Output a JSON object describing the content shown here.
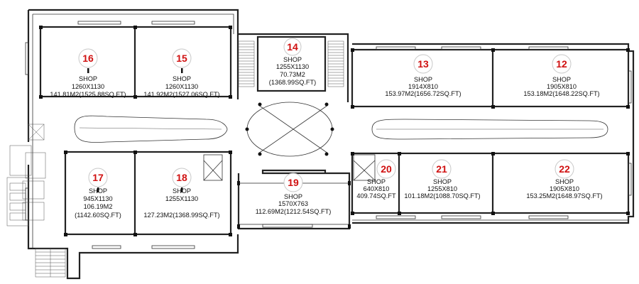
{
  "shops": [
    {
      "id": "shop-16",
      "number": "16",
      "type": "SHOP",
      "dims": "1260X1130",
      "area": "141.81M2(1525.88SQ.FT)",
      "area2": ""
    },
    {
      "id": "shop-15",
      "number": "15",
      "type": "SHOP",
      "dims": "1260X1130",
      "area": "141.92M2(1527.06SQ.FT)",
      "area2": ""
    },
    {
      "id": "shop-14",
      "number": "14",
      "type": "SHOP",
      "dims": "1255X1130",
      "area": "70.73M2",
      "area2": "(1368.99SQ.FT)"
    },
    {
      "id": "shop-13",
      "number": "13",
      "type": "SHOP",
      "dims": "1914X810",
      "area": "153.97M2(1656.72SQ.FT)",
      "area2": ""
    },
    {
      "id": "shop-12",
      "number": "12",
      "type": "SHOP",
      "dims": "1905X810",
      "area": "153.18M2(1648.22SQ.FT)",
      "area2": ""
    },
    {
      "id": "shop-17",
      "number": "17",
      "type": "SHOP",
      "dims": "945X1130",
      "area": "106.19M2",
      "area2": "(1142.60SQ.FT)"
    },
    {
      "id": "shop-18",
      "number": "18",
      "type": "SHOP",
      "dims": "1255X1130",
      "area": "127.23M2(1368.99SQ.FT)",
      "area2": ""
    },
    {
      "id": "shop-19",
      "number": "19",
      "type": "SHOP",
      "dims": "1570X763",
      "area": "112.69M2(1212.54SQ.FT)",
      "area2": ""
    },
    {
      "id": "shop-20",
      "number": "20",
      "type": "SHOP",
      "dims": "640X810",
      "area": "409.74SQ.FT",
      "area2": ""
    },
    {
      "id": "shop-21",
      "number": "21",
      "type": "SHOP",
      "dims": "1255X810",
      "area": "101.18M2(1088.70SQ.FT)",
      "area2": ""
    },
    {
      "id": "shop-22",
      "number": "22",
      "type": "SHOP",
      "dims": "1905X810",
      "area": "153.25M2(1648.97SQ.FT)",
      "area2": ""
    }
  ]
}
